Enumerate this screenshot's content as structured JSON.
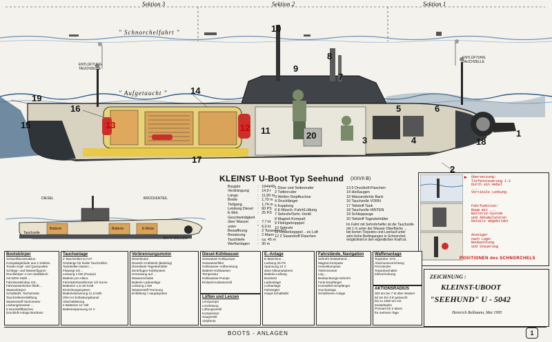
{
  "sections": [
    "Sektion 3",
    "Sektion 2",
    "Sektion 1"
  ],
  "diagram_labels": {
    "schnorchel": "\" Schnorchelfahrt \"",
    "aufgetaucht": "\" Aufgetaucht \"",
    "mast_left": "ENTLÜFTUNG\nTAUCHZELLE",
    "mast_right": "ENTLÜFTUNG\nTAUCHZELLE",
    "tauchtiefe": "Tauchtiefe"
  },
  "callouts": [
    "19",
    "16",
    "15",
    "13",
    "12",
    "11",
    "14",
    "10",
    "9",
    "8",
    "7",
    "17",
    "20",
    "3",
    "1",
    "2",
    "4",
    "5",
    "6",
    "18"
  ],
  "main_title": "KLEINST  U-Boot   Typ  Seehund",
  "main_subtitle": "(XXVII B)",
  "specs": [
    [
      "Baujahr",
      ":",
      "1944/45"
    ],
    [
      "Verdrängung",
      ":",
      "14,9 t"
    ],
    [
      "Länge",
      ":",
      "11,90 m"
    ],
    [
      "Breite",
      ":",
      "1,70 m"
    ],
    [
      "Tiefgang",
      ":",
      "1,74 m"
    ],
    [
      "Leistung  Diesel",
      ":",
      "60 PS"
    ],
    [
      "E-Mot.",
      ":",
      "25 PS"
    ],
    [
      "Geschwindigkeit",
      "",
      ""
    ],
    [
      "über Wasser",
      ":",
      "7,7 kt"
    ],
    [
      "unter",
      "\"",
      "6,0 kt"
    ],
    [
      "Bewaffnung",
      ":",
      "2 Torpedos G7"
    ],
    [
      "Besatzung",
      ":",
      "2 Mann"
    ],
    [
      "Tauchtiefe",
      ":",
      "ca. 45 m"
    ],
    [
      "Werftanlagen",
      ":",
      "30 m"
    ]
  ],
  "legend_a": "1  Düse und Seitenruder\n2  Tiefenruder\n3  Wellen-Stopfbuchse\n4  Druckfänger\n5  Kupplung\n6  E-Masch.-Fahrt/Lüftung\n7  Sehrohr/Sehr.-Ventil\n8  Magnet-Kompaß\n9  Fleirigarkopppel\n10 Sehrohr\n11 Ruderkopppel .. es Luft\n12 2 Sauerstoff Flaschen",
  "legend_b": "13.5 Druckluft-Flaschen\n14 Heißaugen\n15 Wasserdichte Back\n16 Tauchzelle VORN\n17 Teilstoff Tank\n18 Tauchzelle HINTEN\n19 Schleppauge\n20 Teilstoff Tagesbehälter",
  "legend_note": "Im Fahrt mit Sehrohrhelfer ist die Tauchzelle\nmit 1 m unter der Wasser-Oberfläche ...\nbei leeren Torpedos und Leerlauf unter\nsehr-hohe Bedingungen in Schnorchel-\nmöglichkeit in den eigentlichen Kraft ist.",
  "small_labels": [
    "DIESEL",
    "BRÜCKENTEIL",
    "Tauchzelle",
    "Batterie",
    "Batterie",
    "E-Motor",
    "TAUCHZELLEN"
  ],
  "boxes": [
    {
      "head": "Bootskörper",
      "body": "Schweißkonstruktion\nKompaktgeblude aus 2 Sektion\nTorsde Kopf- und Querpunkte\nSchlepp- und Wasserfiguren\nDruckkörper 4 mm Stahlblech\nmit WDS-Stahl ...\nFahrstandeinbau mit...\nFahrwasserlöcher fließt ...\nWasserkörper\nSchalttafel, Tachometer,\nTauchzellenentlüftung\nWasserstoff-Tachometer\nLeistungsmesser ...\n5 Druckluftflaschen\nDruckluft-Anlage Bordnetz"
    },
    {
      "head": "Tauchanlage",
      "body": "2 Tauchzellen 5.0 m³\nGestänge für beide Tauchzellen\nTankstellen fassen ...\nFlutwegt mit ...\nLeistung 1 kW (Pumpe)\nBatterie pro Akkur.\nFahrrädertransformer 1/2 Kurve\nBatterien 1,5 mit Kraft\nEinrichtungssystem\nBatteriesteuerung 11.5 kWh\nOhm im Entlastungskanal\nAbschaltleitung\n4 Batterien 12 Volt\nBatteriespannung 24 V"
    },
    {
      "head": "Verbrennungsmotor",
      "body": "Dieselmotor\nDeutsch Kraftwerk (Büssing)\nDieseltank-Tagesbehälter\nZentrifugen-Kühlsystem\nUmrüstung auf ...\nWasserschiebe\nBatterie-Ladeanlage\nLeistung 1 kW\nWasserstoff-Trennung\nEntlüftung / Hauptsystem"
    },
    {
      "head": "Diesel-Kühlwasser",
      "body": "Seewasser-Kühlpumpe\nSeewasserfilter\nKühlwasser-Aufbereitung\nBatterie-Kühlwasser\nTemperatur\nKühlwasser-Pumpe\nEinlass/Auslassventil"
    },
    {
      "head": "E.-Anlage",
      "body": "E-Maschine ...\nLeistung 25 PS\nSpannung 24 V\nZwei Akkumulatoren\nBatterie-Lüftung\nBordnetz\nLadeanlage\nLichtanlage\nFahrtregler\nHaupt-Schalttafel"
    },
    {
      "head": "Fahrstände, Navigation",
      "body": "Sehrohr feststehend ...\nMagnet-Kompass\nKreiselkompass\nTiefenmesser\nLog ...\nBeobachtungs-Sehrohr\nFunk-Empfänger\nKurzwellen-Empfänger\nHorchanlage\nSchallmess-Anlage"
    },
    {
      "head": "Waffenanlage",
      "body": "Torpedos: G7e ...\nAbschussvorrichtung\nFernzünder\nTorpedoschalter\nZielvorrichtung"
    },
    {
      "head": "Lüften und Lenzen",
      "body": "Lenzpumpe\nLenzleitung\nLüftungsventil\nKompressor\nSaugventil\nAbluftrohr"
    }
  ],
  "aktionsradius": {
    "head": "AKTIONSRADIUS",
    "body": "300 sm bei 7 kt über Wasser\n63 sm bei 3 kt getaucht\nbis zu 1000 sm mit\nZusatztanks\nProviant für 2 Mann\nfür mehrere Tage"
  },
  "right_panels": [
    {
      "text": "Übersetzung:\nTiefensteuerung 1-2\nDurch ein Hebel\n...\nVertikale Lenkung"
    },
    {
      "text": "Fahrfunktion:\nRaum mit ...\nBatterie-System\nund Akkumulatoren\nDetails abgebildet"
    },
    {
      "text": "Anzeiger\nnach Lage:\nBeobachtung\nund Steuerung"
    }
  ],
  "positionen": "POSITIONEN  des  SCHNORCHELS",
  "zeichnung_label": "ZEICHNUNG :",
  "zeichnung_title": "KLEINST-UBOOT",
  "zeichnung_name": "\"SEEHUND\"  U  -  5042",
  "author": "Heinrich Bollmann, Mai 1995",
  "footer": "BOOTS   -   ANLAGEN",
  "page_number": "1"
}
